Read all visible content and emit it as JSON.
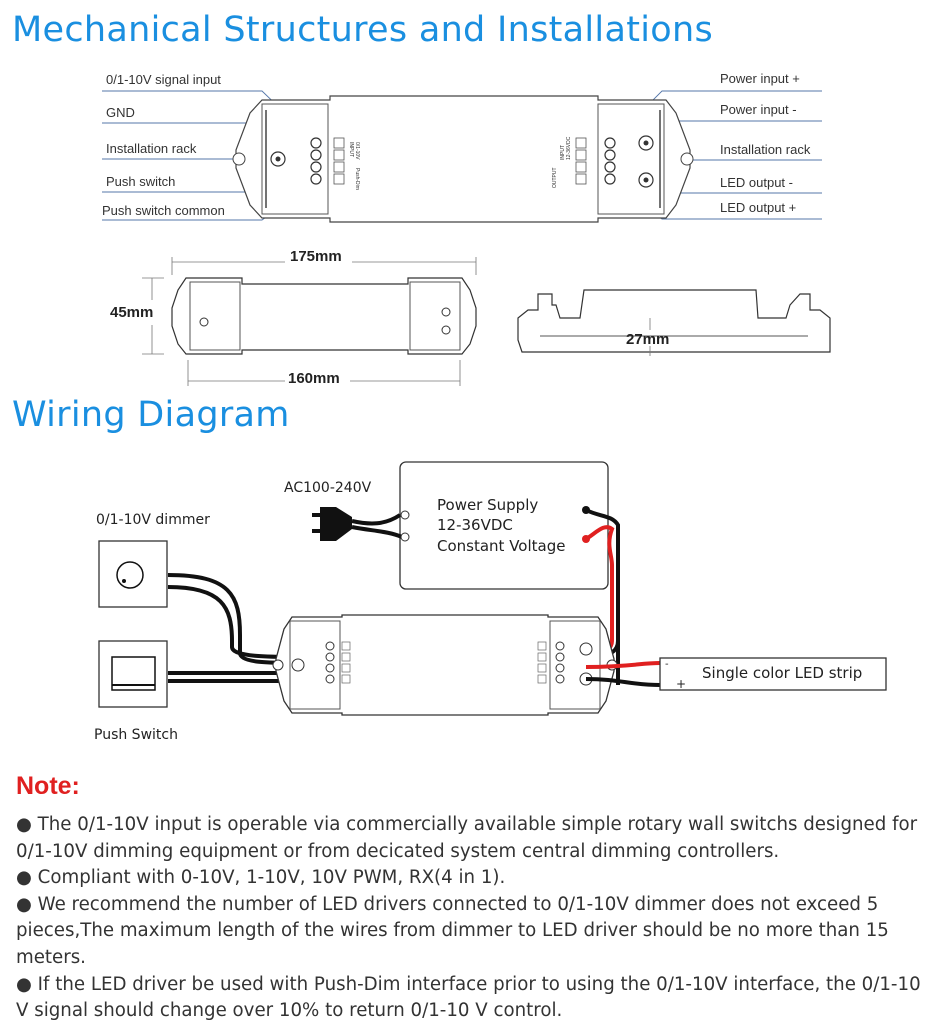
{
  "mechanical": {
    "title": "Mechanical Structures and Installations",
    "left_labels": [
      "0/1-10V signal input",
      "GND",
      "Installation rack",
      "Push switch",
      "Push switch common"
    ],
    "right_labels": [
      "Power input +",
      "Power input -",
      "Installation rack",
      "LED output -",
      "LED output +"
    ],
    "dimensions": {
      "length_outer": "175mm",
      "length_inner": "160mm",
      "width": "45mm",
      "height": "27mm"
    },
    "device_text": {
      "input": "INPUT",
      "input_range": "0/1-10V",
      "push_dim": "Push-Dim",
      "output": "OUTPUT",
      "input_v": "INPUT",
      "input_v_range": "12-36VDC"
    }
  },
  "wiring": {
    "title": "Wiring Diagram",
    "ac_label": "AC100-240V",
    "dimmer_label": "0/1-10V dimmer",
    "push_switch_label": "Push Switch",
    "psu_lines": [
      "Power Supply",
      "12-36VDC",
      "Constant Voltage"
    ],
    "led_strip_label": "Single color LED strip",
    "strip_minus": "-",
    "strip_plus": "+"
  },
  "notes": {
    "title": "Note:",
    "items": [
      "● The 0/1-10V input is operable via commercially available simple rotary wall switchs designed for 0/1-10V dimming equipment or from decicated system central dimming controllers.",
      "● Compliant with 0-10V, 1-10V, 10V PWM, RX(4 in 1).",
      "● We recommend the number of LED drivers connected to 0/1-10V dimmer does not exceed 5 pieces,The maximum length of the wires from dimmer to LED driver should be no more than 15 meters.",
      "● If the LED driver be used with Push-Dim interface prior to using the 0/1-10V interface, the 0/1-10 V signal should change over 10% to return 0/1-10 V control."
    ]
  },
  "colors": {
    "heading": "#1a8fe0",
    "note": "#e02020",
    "wire_red": "#e02020"
  }
}
